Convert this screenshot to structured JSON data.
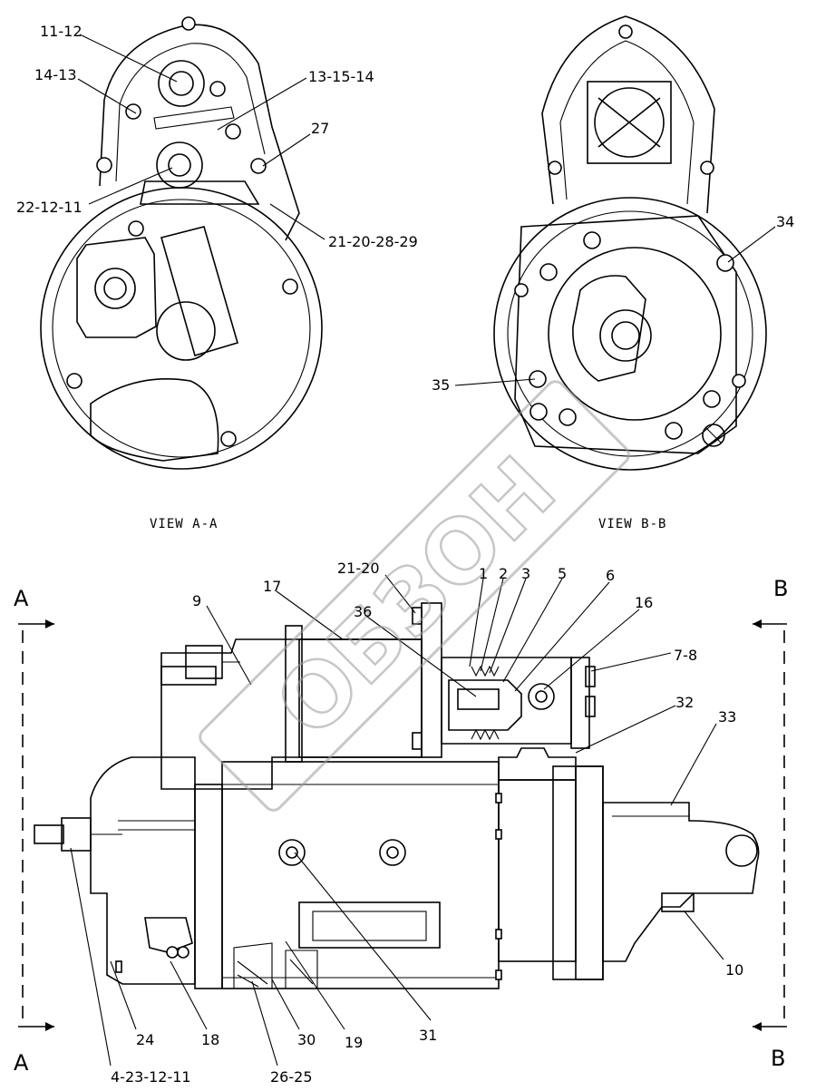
{
  "views": {
    "a": {
      "caption": "VIEW A-A"
    },
    "b": {
      "caption": "VIEW B-B"
    }
  },
  "section_marks": {
    "a_top": "A",
    "a_bottom": "A",
    "b_top": "B",
    "b_bottom": "B"
  },
  "callouts": {
    "c_11_12": "11-12",
    "c_14_13": "14-13",
    "c_13_15_14": "13-15-14",
    "c_27": "27",
    "c_22_12_11": "22-12-11",
    "c_21_20_28_29": "21-20-28-29",
    "c_34": "34",
    "c_35": "35",
    "c_9": "9",
    "c_17": "17",
    "c_21_20": "21-20",
    "c_36": "36",
    "c_1": "1",
    "c_2": "2",
    "c_3": "3",
    "c_5": "5",
    "c_6": "6",
    "c_16": "16",
    "c_7_8": "7-8",
    "c_32": "32",
    "c_33": "33",
    "c_10": "10",
    "c_24": "24",
    "c_18": "18",
    "c_30": "30",
    "c_19": "19",
    "c_31": "31",
    "c_4_23_12_11": "4-23-12-11",
    "c_26_25": "26-25"
  },
  "watermark": "ОБЗОН"
}
